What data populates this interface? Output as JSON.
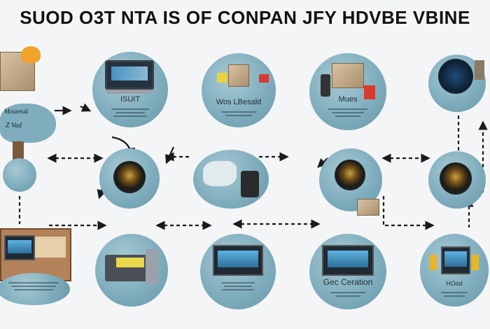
{
  "title": "SUOD O3T NTA IS OF CONPAN JFY HDVBE VBINE",
  "nodes": {
    "top_1_label": "ISUIT",
    "top_2_label": "Wos LBesald",
    "top_3_label": "Mues",
    "left_note_1": "Mouresal",
    "left_note_2": "Z Vad",
    "bottom_4_label": "Gec Ceration",
    "bottom_5_label": "HOod"
  },
  "colors": {
    "node_fill": "#7fadbd",
    "arrow": "#1a1a1a",
    "background": "#f4f5f6"
  }
}
